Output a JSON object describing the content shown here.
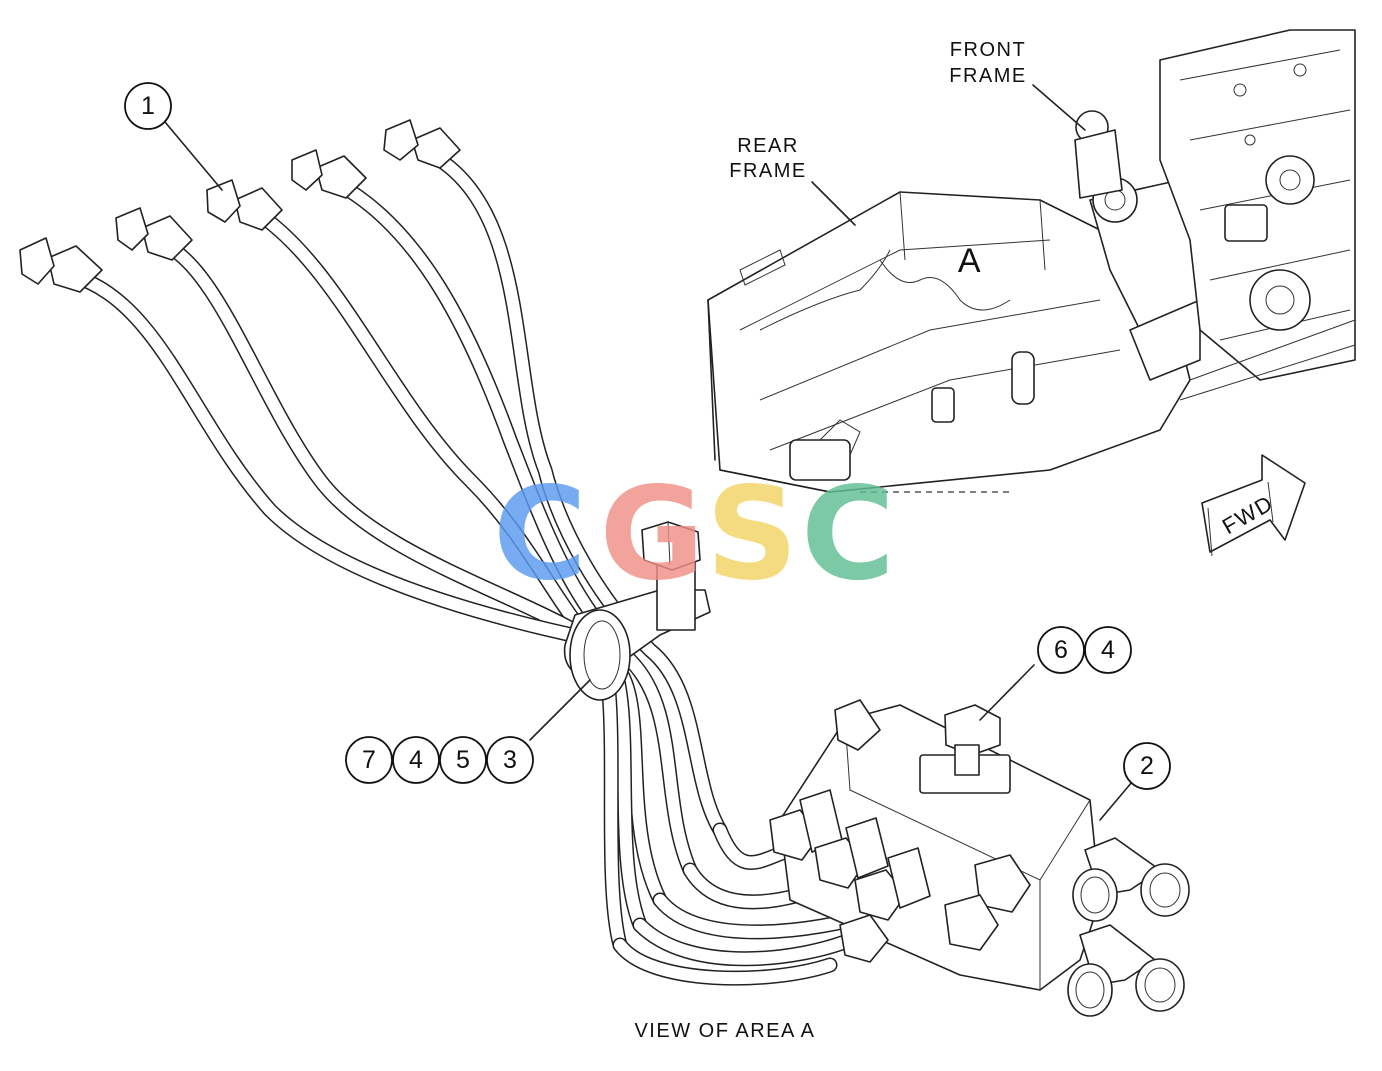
{
  "labels": {
    "front_frame_line1": "FRONT",
    "front_frame_line2": "FRAME",
    "rear_frame_line1": "REAR",
    "rear_frame_line2": "FRAME",
    "area_marker": "A",
    "fwd_arrow": "FWD",
    "view_caption": "VIEW OF AREA A"
  },
  "callouts": {
    "hose_end": "1",
    "valve": "2",
    "clamp_group": [
      "7",
      "4",
      "5",
      "3"
    ],
    "bolt_group": [
      "6",
      "4"
    ]
  },
  "watermark": {
    "letters": [
      {
        "char": "C",
        "color": "#5b9bf0"
      },
      {
        "char": "G",
        "color": "#f08f86"
      },
      {
        "char": "S",
        "color": "#f4d463"
      },
      {
        "char": "C",
        "color": "#5fbf92"
      }
    ]
  }
}
